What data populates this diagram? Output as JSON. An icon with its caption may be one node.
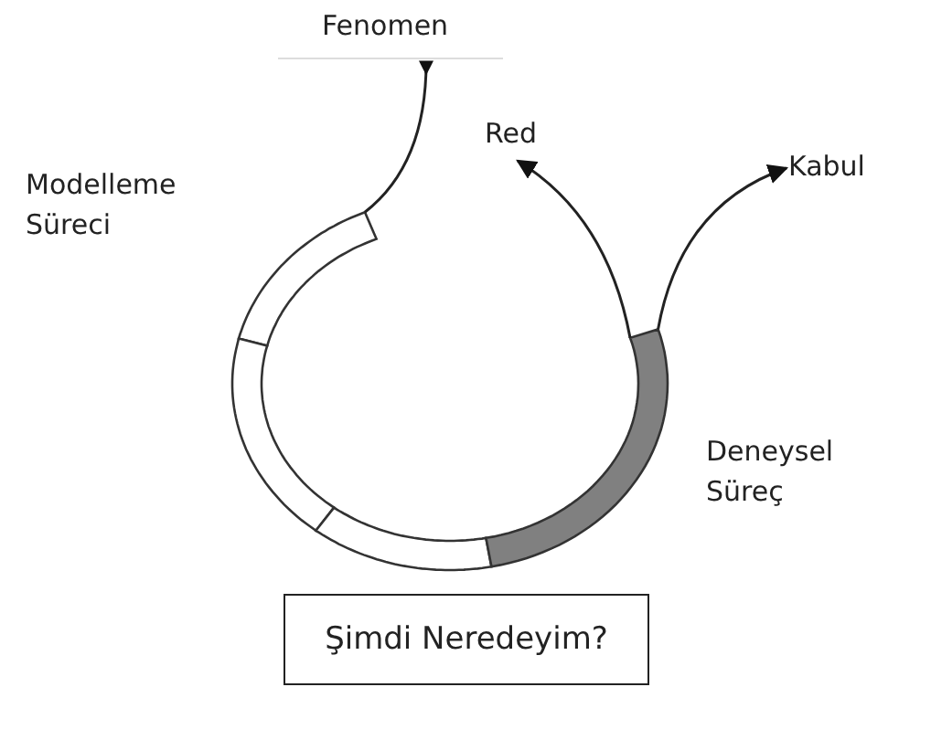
{
  "diagram": {
    "nodes": [
      {
        "text": [
          "Fenomen"
        ]
      },
      {
        "text": [
          "Red"
        ]
      },
      {
        "text": [
          "Kabul"
        ]
      },
      {
        "text": [
          "Modelleme Süreci"
        ]
      },
      {
        "text": [],
        "shape": "circle"
      },
      {
        "text": [
          "Deneysel Süreç"
        ]
      },
      {
        "text": [
          "Şimdi Neredeyim?"
        ]
      }
    ],
    "edges": [
      {
        "from": 4,
        "to": 0,
        "arrow": "to"
      },
      {
        "from": 4,
        "to": 1,
        "arrow": "to"
      },
      {
        "from": 4,
        "to": 2,
        "arrow": "to"
      }
    ]
  }
}
